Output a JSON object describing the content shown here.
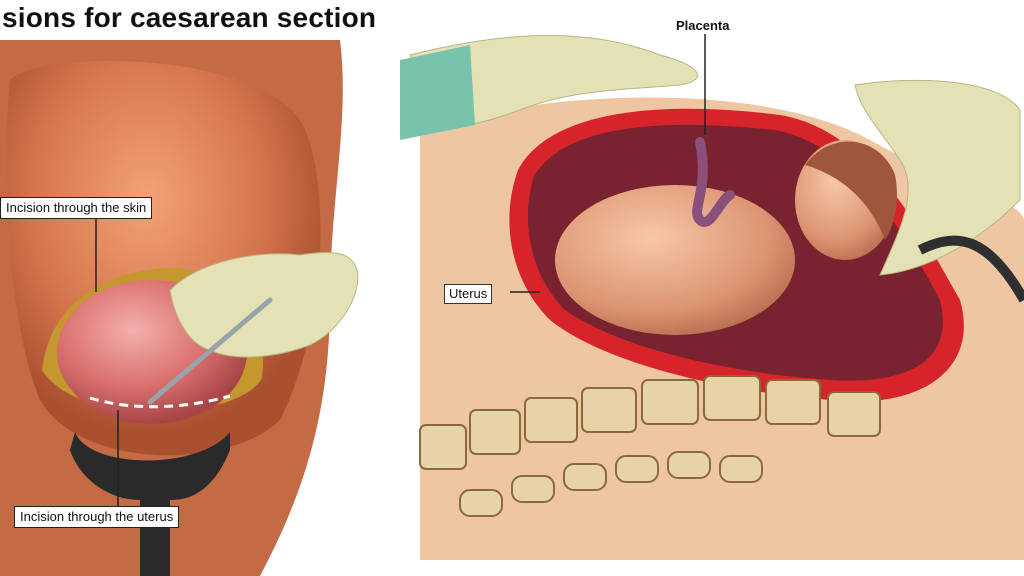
{
  "title": "isions for caesarean section",
  "labels": {
    "skin": "Incision through the skin",
    "uterus_incision": "Incision through the uterus",
    "placenta": "Placenta",
    "uterus": "Uterus"
  },
  "colors": {
    "skin": "#e9c3a1",
    "abdomen": "#d97a55",
    "uterus_wall": "#d8262b",
    "uterus_inner": "#7a2430",
    "glove": "#e6e3b7",
    "gown": "#79c3ad",
    "bone": "#e8d3a8"
  }
}
